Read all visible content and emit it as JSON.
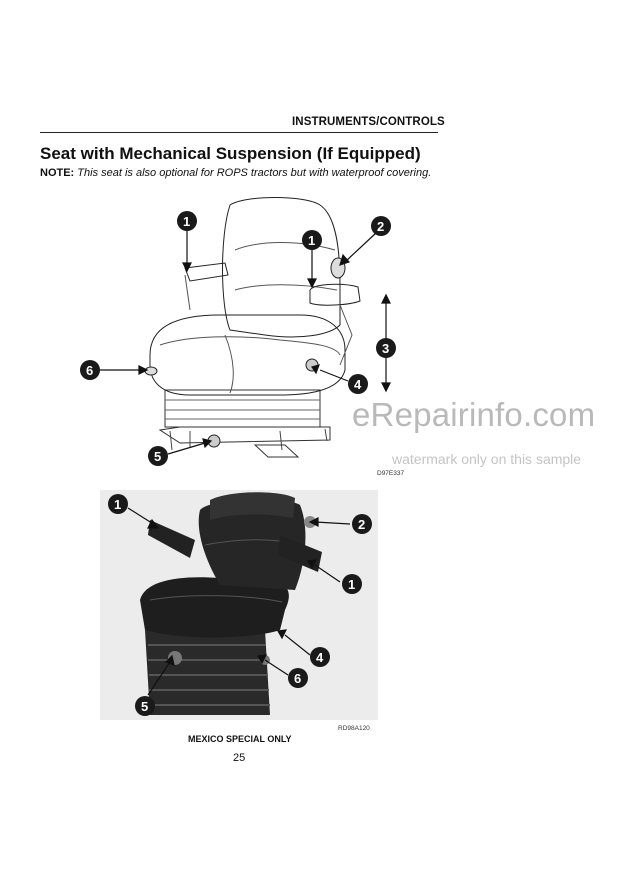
{
  "header": {
    "section": "INSTRUMENTS/CONTROLS"
  },
  "page": {
    "title": "Seat with Mechanical Suspension (If Equipped)",
    "note_label": "NOTE:",
    "note_text": " This seat is also optional for ROPS tractors but with waterproof covering.",
    "page_number": "25"
  },
  "figure1": {
    "code": "D97E337",
    "callouts": [
      "1",
      "2",
      "1",
      "3",
      "6",
      "4",
      "5"
    ]
  },
  "figure2": {
    "code": "RD98A120",
    "caption": "MEXICO SPECIAL ONLY",
    "callouts": [
      "1",
      "2",
      "1",
      "4",
      "6",
      "5"
    ]
  },
  "watermark": {
    "site": "eRepairinfo.com",
    "note": "watermark only on this sample"
  }
}
